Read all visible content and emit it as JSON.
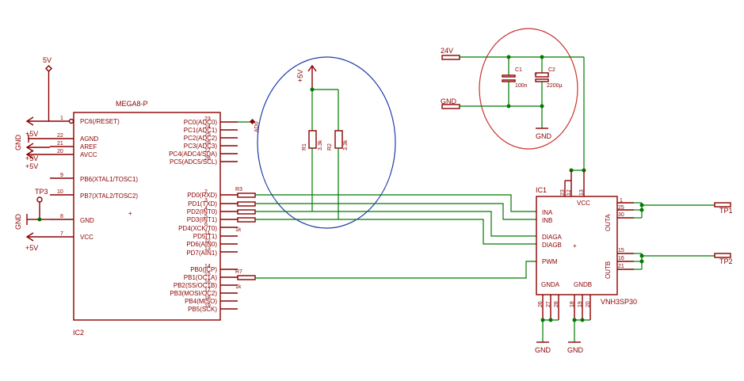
{
  "schematic": {
    "ic2": {
      "name": "IC2",
      "value": "MEGA8-P",
      "left_pins": [
        {
          "num": "1",
          "label": "PC6(/RESET)"
        },
        {
          "num": "22",
          "label": "AGND"
        },
        {
          "num": "21",
          "label": "AREF"
        },
        {
          "num": "20",
          "label": "AVCC"
        },
        {
          "num": "9",
          "label": "PB6(XTAL1/TOSC1)"
        },
        {
          "num": "10",
          "label": "PB7(XTAL2/TOSC2)"
        },
        {
          "num": "8",
          "label": "GND"
        },
        {
          "num": "7",
          "label": "VCC"
        }
      ],
      "right_pins": [
        {
          "num": "23",
          "label": "PC0(ADC0)"
        },
        {
          "num": "24",
          "label": "PC1(ADC1)"
        },
        {
          "num": "25",
          "label": "PC2(ADC2)"
        },
        {
          "num": "26",
          "label": "PC3(ADC3)"
        },
        {
          "num": "27",
          "label": "PC4(ADC4/SDA)"
        },
        {
          "num": "28",
          "label": "PC5(ADC5/SCL)"
        },
        {
          "num": "2",
          "label": "PD0(RXD)"
        },
        {
          "num": "3",
          "label": "PD1(TXD)"
        },
        {
          "num": "4",
          "label": "PD2(INT0)"
        },
        {
          "num": "5",
          "label": "PD3(INT1)"
        },
        {
          "num": "6",
          "label": "PD4(XCK/T0)"
        },
        {
          "num": "11",
          "label": "PD5(T1)"
        },
        {
          "num": "12",
          "label": "PD6(AIN0)"
        },
        {
          "num": "13",
          "label": "PD7(AIN1)"
        },
        {
          "num": "14",
          "label": "PB0(ICP)"
        },
        {
          "num": "15",
          "label": "PB1(OC1A)"
        },
        {
          "num": "16",
          "label": "PB2(SS/OC1B)"
        },
        {
          "num": "17",
          "label": "PB3(MOSI/OC2)"
        },
        {
          "num": "18",
          "label": "PB4(MISO)"
        },
        {
          "num": "19",
          "label": "PB5(SCK)"
        }
      ]
    },
    "ic1": {
      "name": "IC1",
      "value": "VNH3SP30",
      "vcc": "VCC",
      "vcc_pins": [
        "23",
        "12",
        "13"
      ],
      "inputs": [
        "INA",
        "INB",
        "DIAGA",
        "DIAGB",
        "PWM"
      ],
      "outa": "OUTA",
      "outa_pins": [
        "25",
        "30",
        "1"
      ],
      "outb": "OUTB",
      "outb_pins": [
        "15",
        "16",
        "21"
      ],
      "gnda": "GNDA",
      "gndb": "GNDB",
      "gnd_pins": [
        "26",
        "27",
        "28",
        "18",
        "19",
        "20"
      ]
    },
    "res_group_label": "R3",
    "res_group_value": "1k",
    "r7_name": "R7",
    "r7_value": "1k",
    "r1_name": "R1",
    "r1_value": "3.3k",
    "r2_name": "R2",
    "r2_value": "3.3k",
    "c1_name": "C1",
    "c1_value": "100n",
    "c2_name": "C2",
    "c2_value": "2200µ",
    "net_5v": "5V",
    "net_p5v": "+5V",
    "net_gnd": "GND",
    "net_24v": "24V",
    "tp1": "TP1",
    "tp2": "TP2",
    "tp3": "TP3",
    "adc_label": "AD0"
  }
}
